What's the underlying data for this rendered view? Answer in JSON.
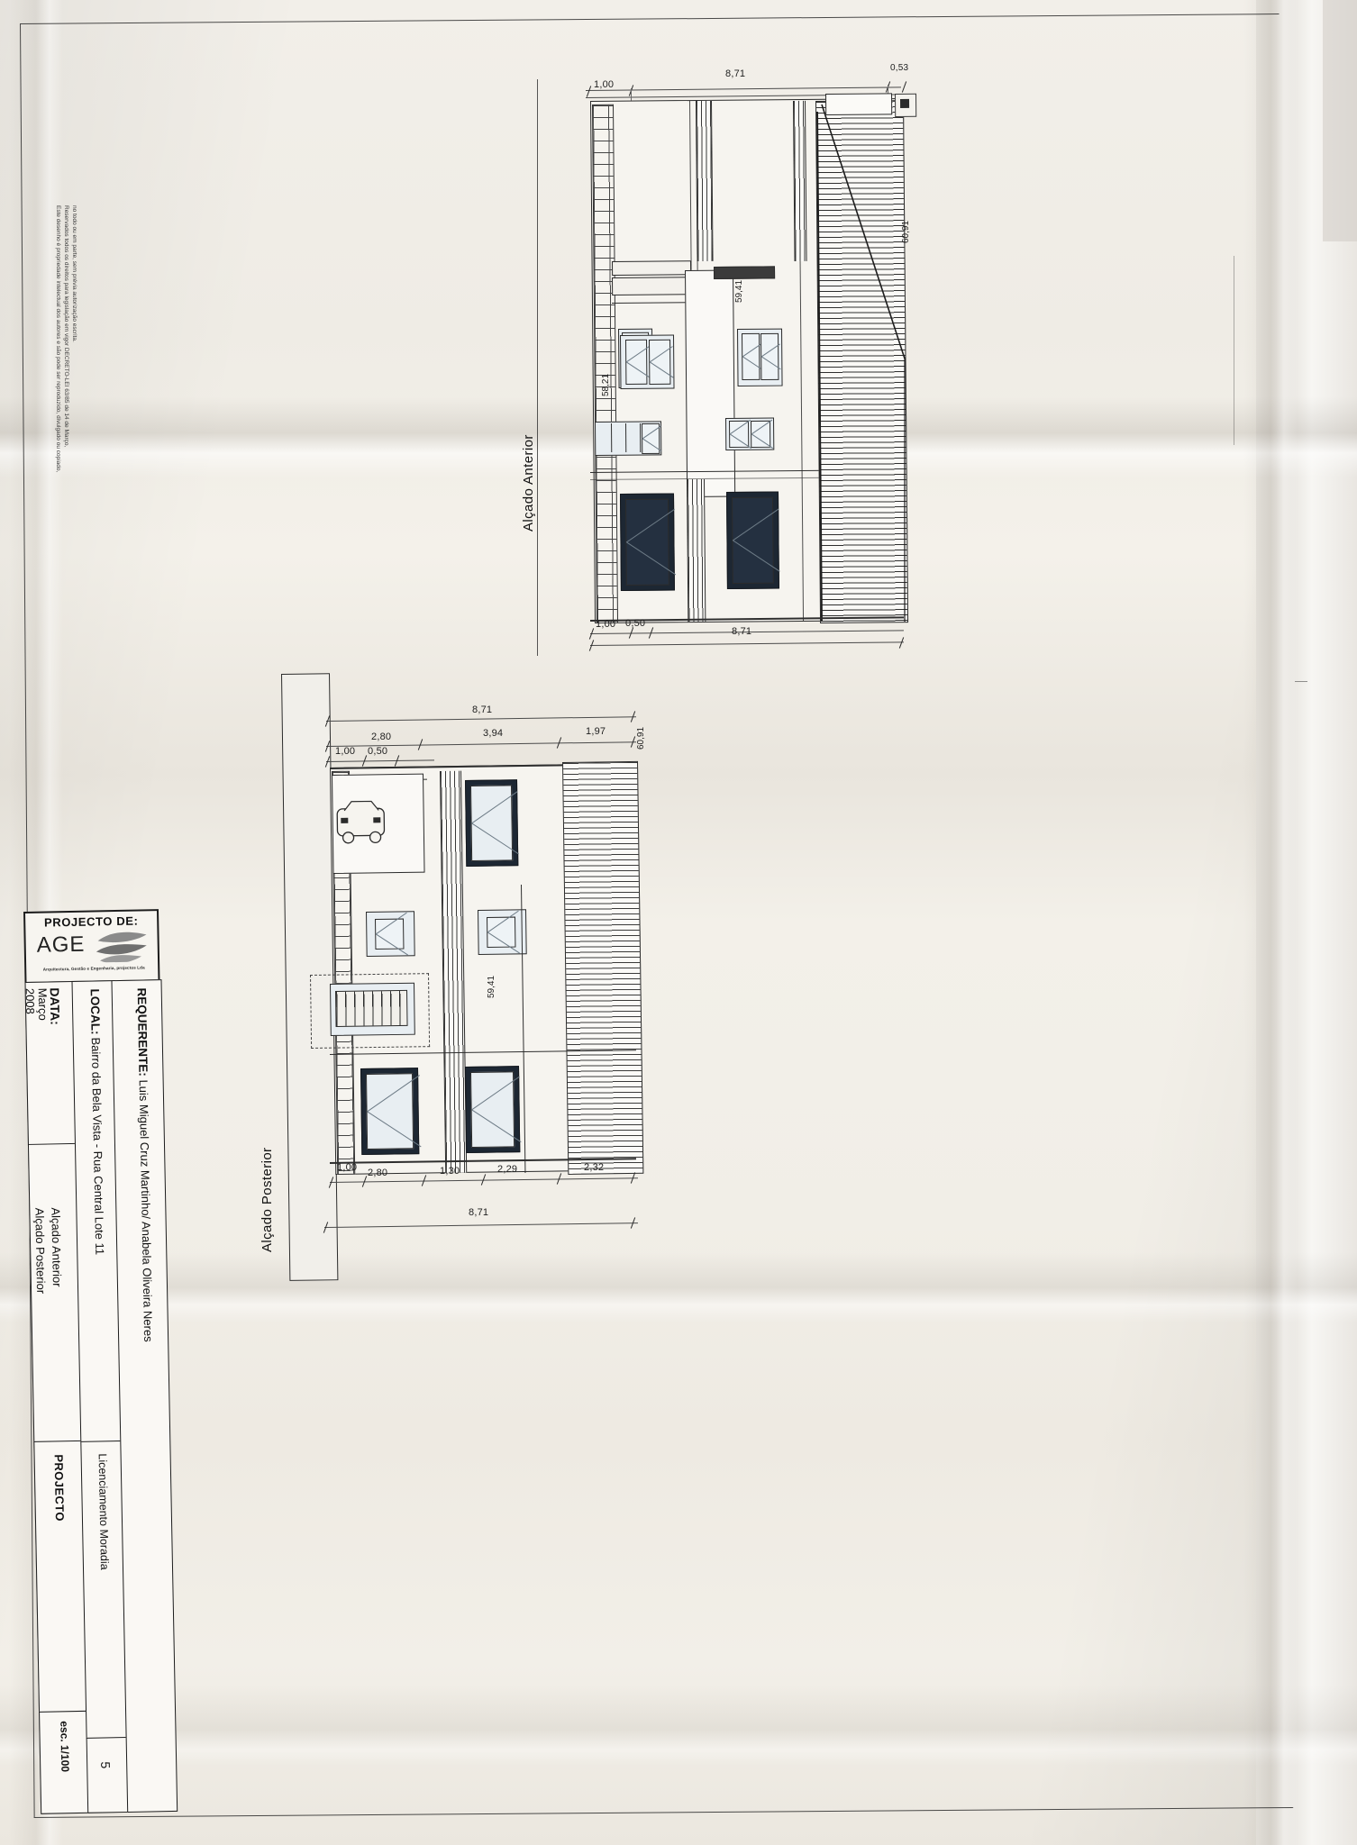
{
  "document": {
    "type": "architectural-elevation-drawing",
    "language": "pt-PT",
    "sheet_number": "5",
    "scale": "esc. 1/100"
  },
  "drawings": [
    {
      "id": "alcado-anterior",
      "caption": "Alçado Anterior",
      "top_dimensions": [
        "1,00",
        "8,71",
        "0,53"
      ],
      "bottom_dimensions": [
        "1,00",
        "0,50",
        "8,71"
      ],
      "level_marks": [
        "60,91",
        "59,41",
        "58,21"
      ]
    },
    {
      "id": "alcado-posterior",
      "caption": "Alçado Posterior",
      "top_dimensions_overall": "8,71",
      "top_dimensions_chain": [
        "2,80",
        "3,94",
        "1,97"
      ],
      "top_dimensions_detail": [
        "1,00",
        "0,50"
      ],
      "bottom_dimensions_chain": [
        "1,00",
        "2,80",
        "1,30",
        "2,29",
        "2,32"
      ],
      "bottom_dimensions_overall": "8,71",
      "level_marks": [
        "60,91",
        "59,41"
      ]
    }
  ],
  "title_block": {
    "header_label": "PROJECTO DE:",
    "logo_text": "AGE",
    "logo_icon": "age-swoosh-logo",
    "logo_tagline": "Arquitectura, Gestão e Engenharia, projectos Lda",
    "fields": [
      {
        "key": "date",
        "label": "DATA:",
        "value_line1": "Março",
        "value_line2": "2008"
      },
      {
        "key": "local",
        "label": "LOCAL:",
        "value": "Bairro da Bela Vista - Rua Central Lote 11"
      },
      {
        "key": "requerente",
        "label": "REQUERENTE:",
        "value": "Luis Miguel Cruz Martinho/ Anabela Oliveira Neres"
      },
      {
        "key": "drawing_titles",
        "label": "",
        "value_line1": "Alçado Anterior",
        "value_line2": "Alçado Posterior"
      },
      {
        "key": "projecto",
        "label": "PROJECTO",
        "value": "Licenciamento Moradia"
      },
      {
        "key": "escala",
        "label": "esc. 1/100",
        "value": ""
      },
      {
        "key": "folha",
        "label": "",
        "value": "5"
      }
    ]
  },
  "side_notice": {
    "line1": "Este desenho é propriedade intelectual dos autores e são pode ser reproduzido, divulgado ou copiado,",
    "line2": "Reservados todos os direitos para legislação em vigor DECRETO-LEI 63/85 de 14 de Março,",
    "line3": "no todo ou em parte, sem prévia autorização escrita."
  }
}
